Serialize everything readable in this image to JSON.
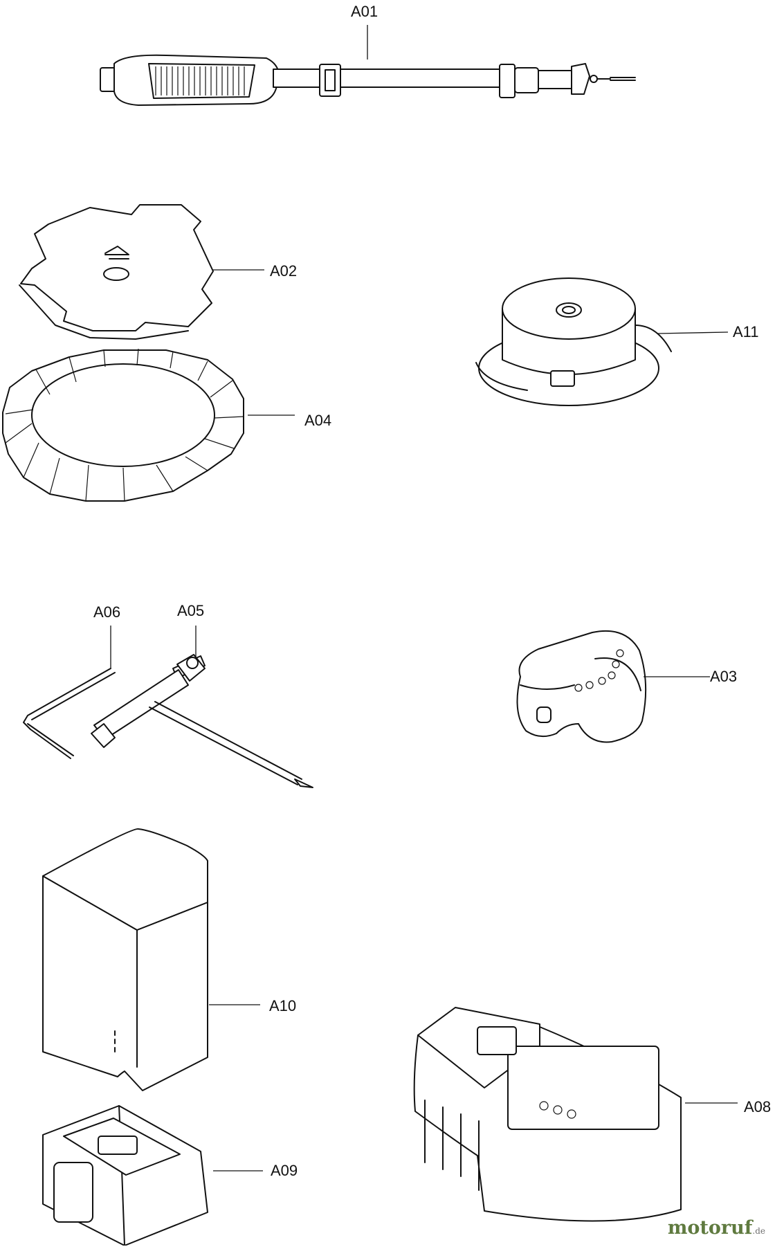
{
  "labels": {
    "a01": "A01",
    "a02": "A02",
    "a03": "A03",
    "a04": "A04",
    "a05": "A05",
    "a06": "A06",
    "a08": "A08",
    "a09": "A09",
    "a10": "A10",
    "a11": "A11"
  },
  "watermark": {
    "main": "motoruf",
    "tld": ".de"
  },
  "colors": {
    "line": "#111111",
    "watermark": "#5f7a3f"
  }
}
